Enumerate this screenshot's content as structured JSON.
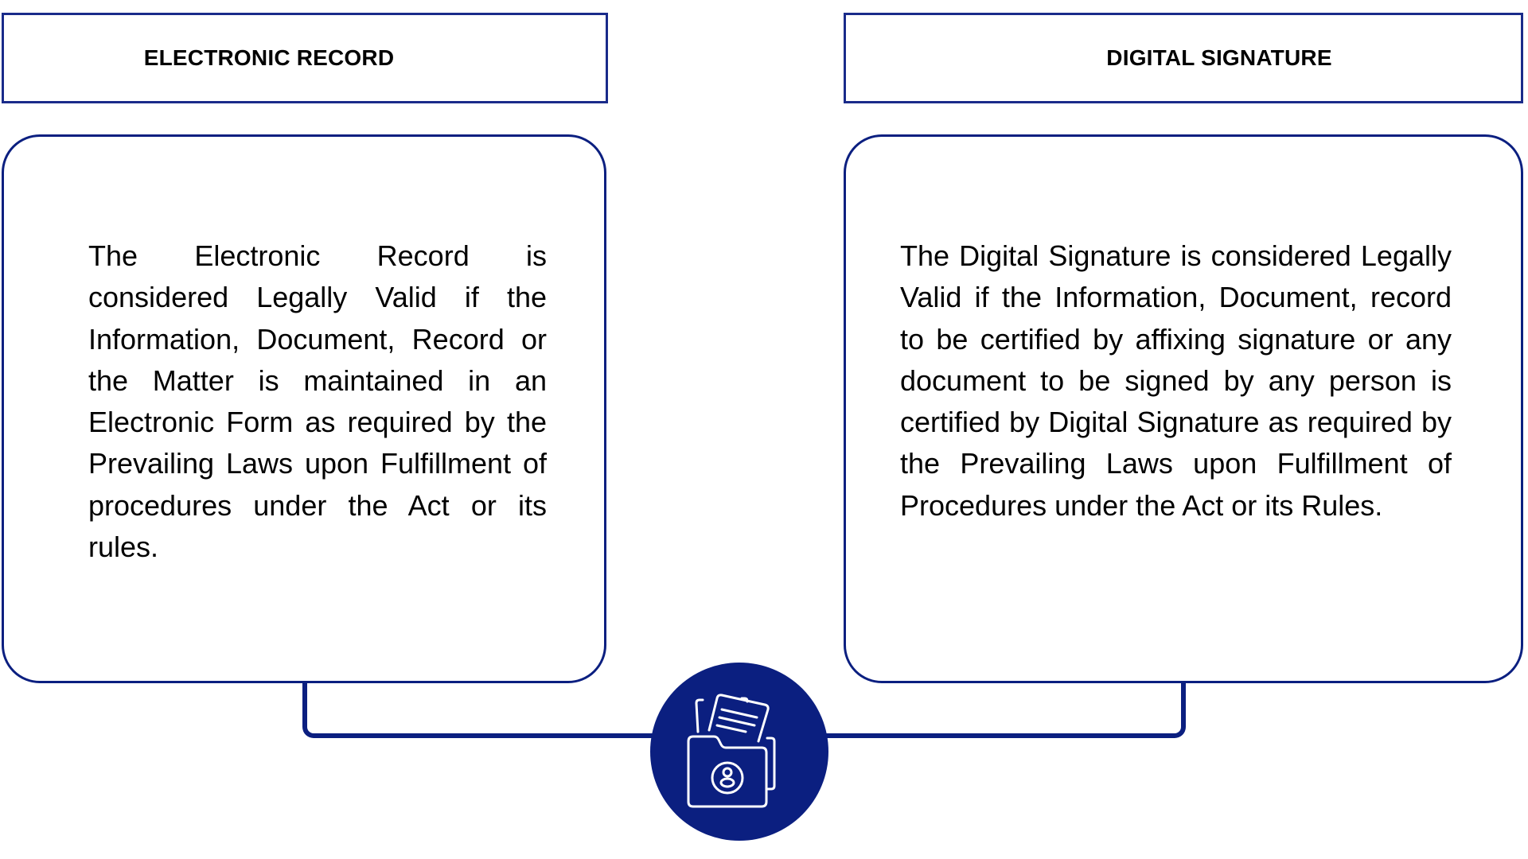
{
  "colors": {
    "border": "#0b1f80",
    "header_border": "#1a2b8a",
    "circle_fill": "#0b1f80",
    "text": "#000000"
  },
  "left": {
    "title": "ELECTRONIC RECORD",
    "body": "The Electronic Record is considered Legally Valid if the Information, Document, Record or the Matter is maintained in an Electronic Form as required by the Prevailing Laws upon Fulfillment of procedures under the Act or its rules."
  },
  "right": {
    "title": "DIGITAL SIGNATURE",
    "body": "The Digital Signature is considered Legally Valid if the Information, Document, record to be certified by affixing signature or any document to be signed by any person is certified by Digital Signature as required by the Prevailing Laws upon Fulfillment of Procedures under the Act or its Rules."
  },
  "center_icon": "folder-with-documents-user-icon"
}
